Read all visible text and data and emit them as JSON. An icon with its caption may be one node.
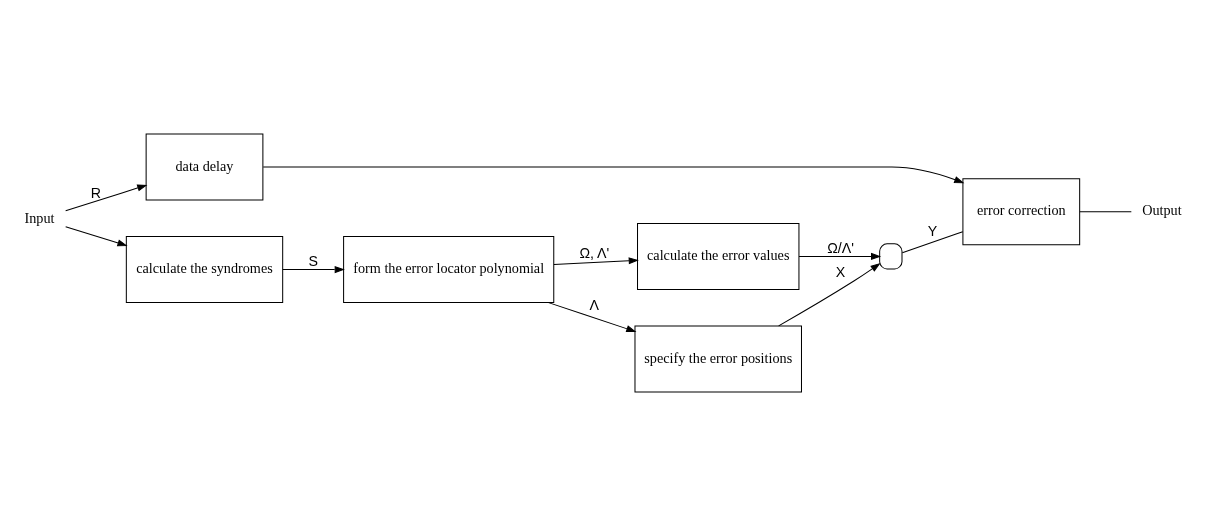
{
  "diagram": {
    "nodes": [
      {
        "text": [
          "data delay"
        ]
      },
      {
        "text": [
          "error correction"
        ]
      },
      {
        "text": [
          "calculate the syndromes"
        ]
      },
      {
        "text": [
          "form the error locator polynomial"
        ]
      },
      {
        "text": [
          "calculate the error values"
        ]
      },
      {
        "text": [
          "specify the error positions"
        ]
      },
      {
        "text": [],
        "shape": "gate"
      },
      {
        "text": [
          "Input"
        ]
      },
      {
        "text": [
          "Output"
        ]
      }
    ],
    "edges": [
      {
        "from": 7,
        "to": 0,
        "arrow": "to",
        "label": "R"
      },
      {
        "from": 7,
        "to": 2,
        "arrow": "to"
      },
      {
        "from": 0,
        "to": 1,
        "arrow": "to"
      },
      {
        "from": 1,
        "to": 8,
        "arrow": "none"
      },
      {
        "from": 2,
        "to": 3,
        "arrow": "to",
        "label": "S"
      },
      {
        "from": 3,
        "to": 4,
        "arrow": "to",
        "label": "Ω, Λ'"
      },
      {
        "from": 3,
        "to": 5,
        "arrow": "to",
        "label": "Λ"
      },
      {
        "from": 4,
        "to": 6,
        "arrow": "to",
        "label": "Ω/Λ'"
      },
      {
        "from": 5,
        "to": 6,
        "arrow": "to",
        "label": "X"
      },
      {
        "from": 6,
        "to": 1,
        "arrow": "none",
        "label": "Y"
      }
    ]
  }
}
